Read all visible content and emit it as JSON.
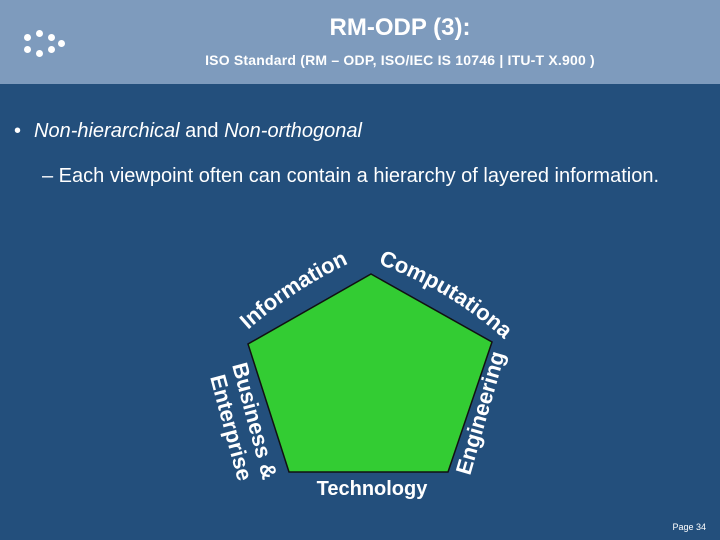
{
  "header": {
    "title": "RM-ODP (3):",
    "subtitle": "ISO Standard (RM – ODP, ISO/IEC IS 10746   |   ITU-T X.900 )"
  },
  "content": {
    "bullet_marker": "•",
    "bullet_italic": "Non-hierarchical",
    "bullet_and": " and ",
    "bullet_rest": "Non-orthogonal",
    "sub_bullet": "– Each viewpoint often can contain a hierarchy of layered information."
  },
  "diagram": {
    "pentagon_color": "#33cc33",
    "labels": {
      "information": "Information",
      "computational": "Computational",
      "engineering": "Engineering",
      "technology": "Technology",
      "business": "Business &",
      "enterprise": "Enterprise"
    }
  },
  "footer": {
    "page": "Page 34"
  }
}
